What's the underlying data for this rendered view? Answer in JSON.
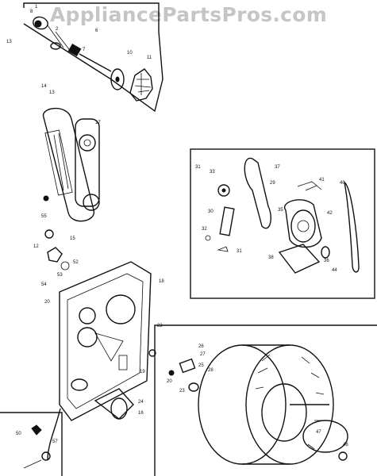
{
  "watermark": "AppliancePartsPros.com",
  "labels": {
    "l1": "8",
    "l2": "13",
    "l3": "1",
    "l4": "2",
    "l5": "6",
    "l6": "7",
    "l7": "10",
    "l8": "11",
    "l9": "14",
    "l10": "13",
    "l11": "17",
    "l12": "55",
    "l13": "12",
    "l14": "15",
    "l15": "52",
    "l16": "53",
    "l17": "54",
    "l18": "20",
    "l19": "22",
    "l20": "18",
    "l21": "19",
    "l22": "26",
    "l23": "27",
    "l24": "20",
    "l25": "23",
    "l26": "24",
    "l27": "16",
    "l28": "25",
    "l29": "28",
    "l30": "31",
    "l31": "33",
    "l32": "37",
    "l33": "29",
    "l34": "30",
    "l35": "32",
    "l36": "31",
    "l37": "41",
    "l38": "40",
    "l39": "42",
    "l40": "35",
    "l41": "44",
    "l42": "38",
    "l43": "36",
    "l44": "47",
    "l45": "48",
    "l46": "57",
    "l47": "50"
  }
}
